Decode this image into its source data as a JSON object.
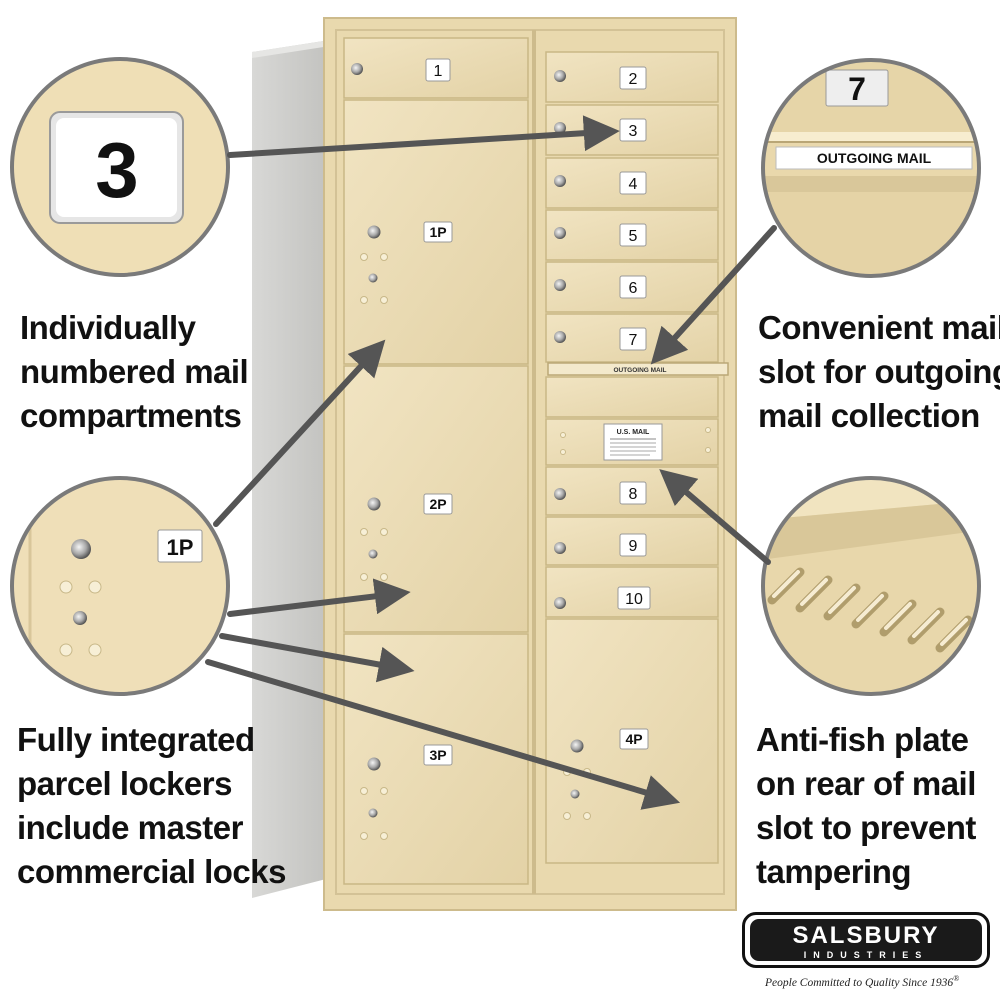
{
  "compartments": {
    "c1": "1",
    "c2": "2",
    "c3": "3",
    "c4": "4",
    "c5": "5",
    "c6": "6",
    "c7": "7",
    "c8": "8",
    "c9": "9",
    "c10": "10"
  },
  "parcel_lockers": {
    "p1": "1P",
    "p2": "2P",
    "p3": "3P",
    "p4": "4P"
  },
  "outgoing_slot_label": "OUTGOING MAIL",
  "usmail_label": "U.S. MAIL",
  "zoom_callouts": {
    "numbered_compartment": "3",
    "outgoing_compartment": "7",
    "outgoing_slot_label": "OUTGOING MAIL",
    "parcel_locker": "1P"
  },
  "captions": {
    "numbered": [
      "Individually",
      "numbered mail",
      "compartments"
    ],
    "outgoing": [
      "Convenient mail",
      "slot for outgoing",
      "mail collection"
    ],
    "parcel": [
      "Fully integrated",
      "parcel lockers",
      "include master",
      "commercial locks"
    ],
    "antifish": [
      "Anti-fish plate",
      "on rear of mail",
      "slot to prevent",
      "tampering"
    ]
  },
  "brand": {
    "name": "SALSBURY",
    "sub": "INDUSTRIES",
    "tagline": "People Committed to Quality Since 1936",
    "registered_mark": "®"
  },
  "colors": {
    "cabinet": "#ECDDB6",
    "cabinet_edge": "#CDBB8C",
    "arrow": "#555555",
    "callout_border": "#7a7a7a"
  }
}
